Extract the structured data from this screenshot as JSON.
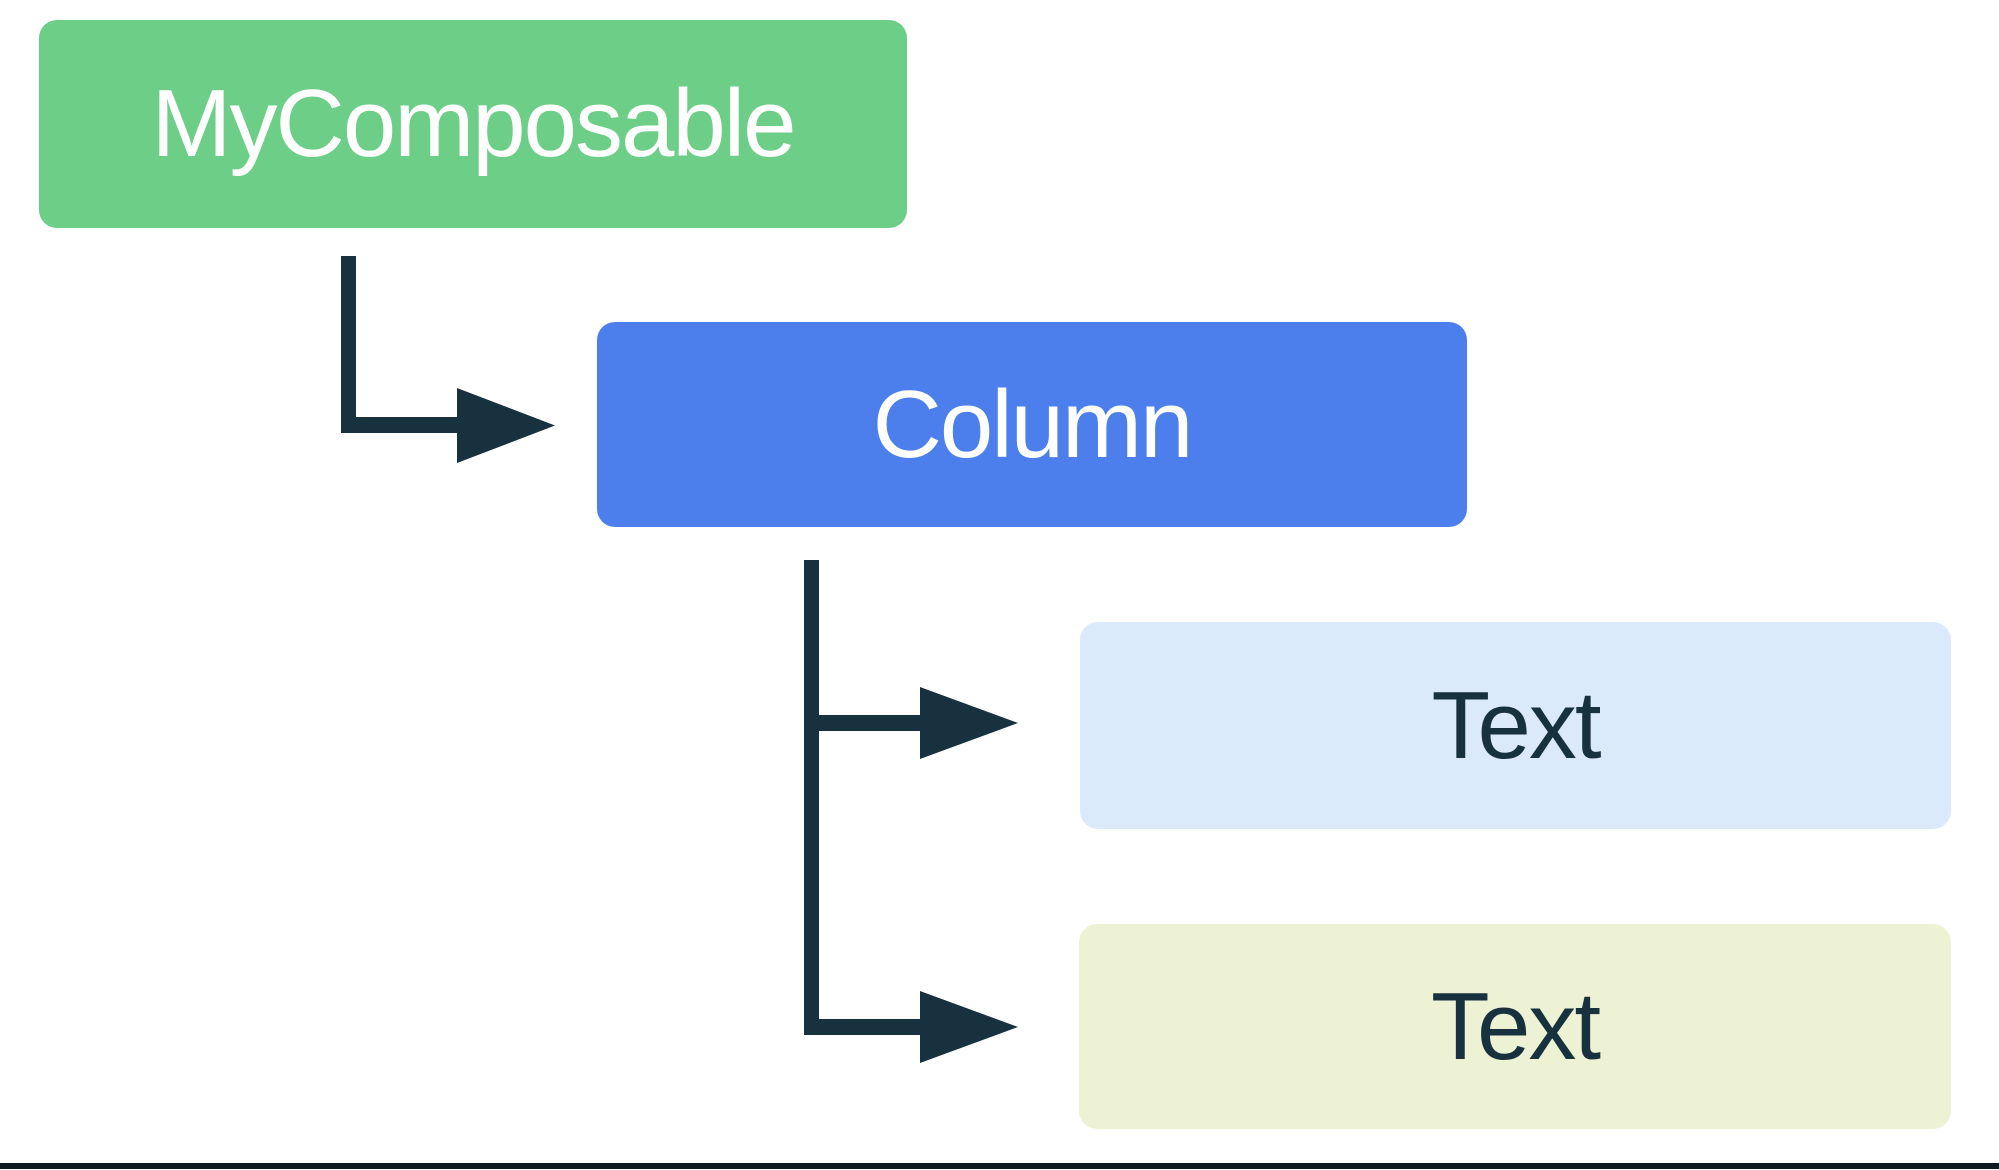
{
  "colors": {
    "canvas-bg": "#ffffff",
    "green": "#6cce87",
    "blue": "#4c7fec",
    "light-blue": "#dbeafa",
    "cream": "#eef2d5",
    "navy": "#17313e",
    "on-dark": "#ffffff",
    "frame": "#101820"
  },
  "diagram": {
    "nodes": [
      {
        "id": "mycomposable",
        "label": "MyComposable"
      },
      {
        "id": "column",
        "label": "Column"
      },
      {
        "id": "text-1",
        "label": "Text"
      },
      {
        "id": "text-2",
        "label": "Text"
      }
    ],
    "edges": [
      {
        "from": "mycomposable",
        "to": "column"
      },
      {
        "from": "column",
        "to": "text-1"
      },
      {
        "from": "column",
        "to": "text-2"
      }
    ]
  }
}
